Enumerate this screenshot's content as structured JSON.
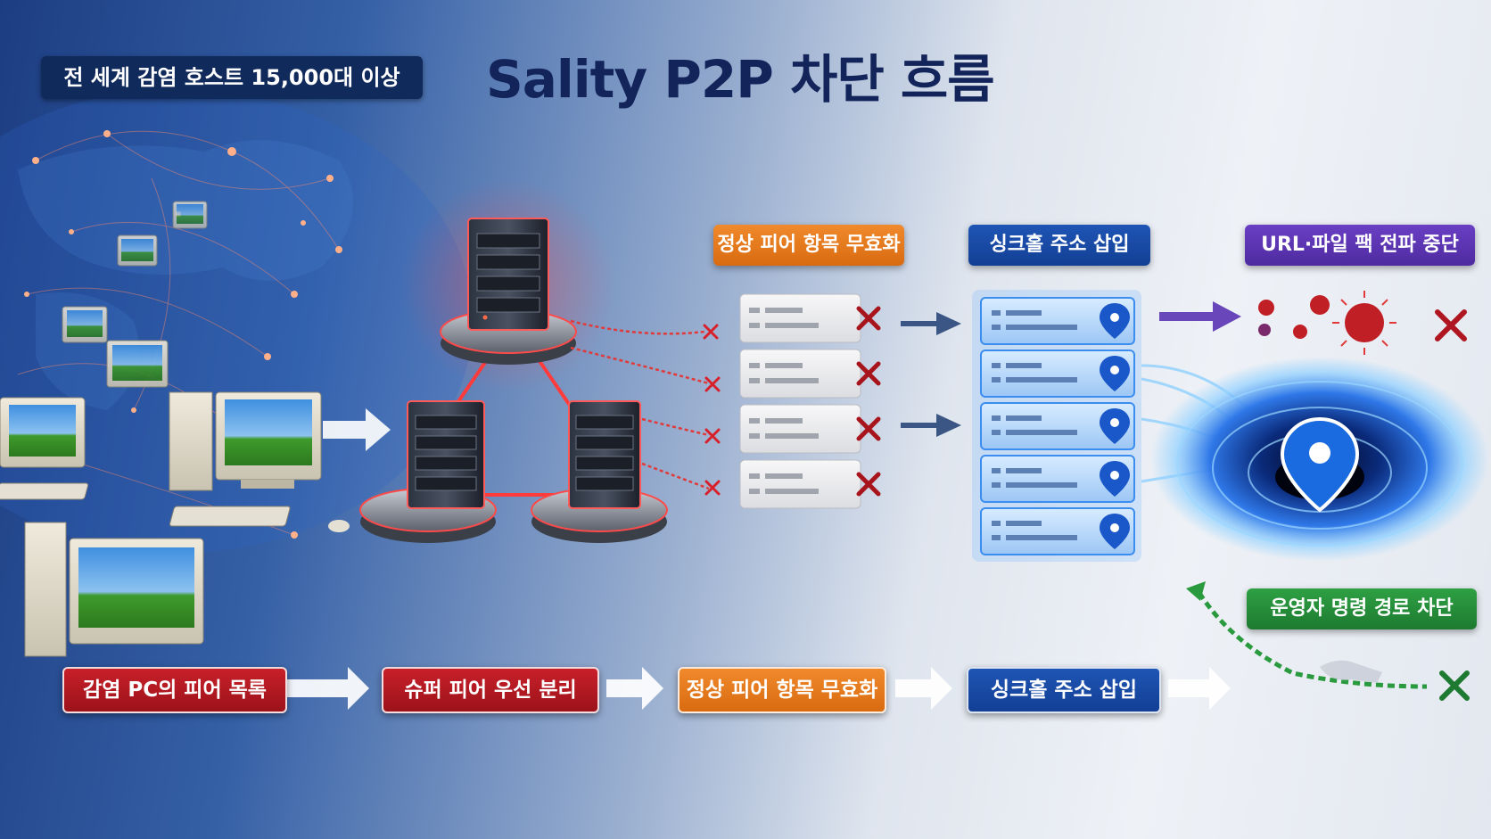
{
  "title": "Sality P2P 차단 흐름",
  "banner": "전 세계 감염 호스트 15,000대 이상",
  "labels": {
    "invalidate": "정상 피어 항목 무효화",
    "sinkhole": "싱크홀 주소 삽입",
    "halt_propagation": "URL·파일 팩 전파 중단",
    "cut_command": "운영자 명령 경로 차단"
  },
  "flow_steps": [
    "감염 PC의 피어 목록",
    "슈퍼 피어 우선 분리",
    "정상 피어 항목 무효화",
    "싱크홀 주소 삽입"
  ],
  "colors": {
    "title": "#12245a",
    "red": "#c8202a",
    "orange": "#e57a1c",
    "blue": "#1a4fae",
    "purple": "#5a34b4",
    "green": "#2a9a3e",
    "cross": "#b01620"
  }
}
